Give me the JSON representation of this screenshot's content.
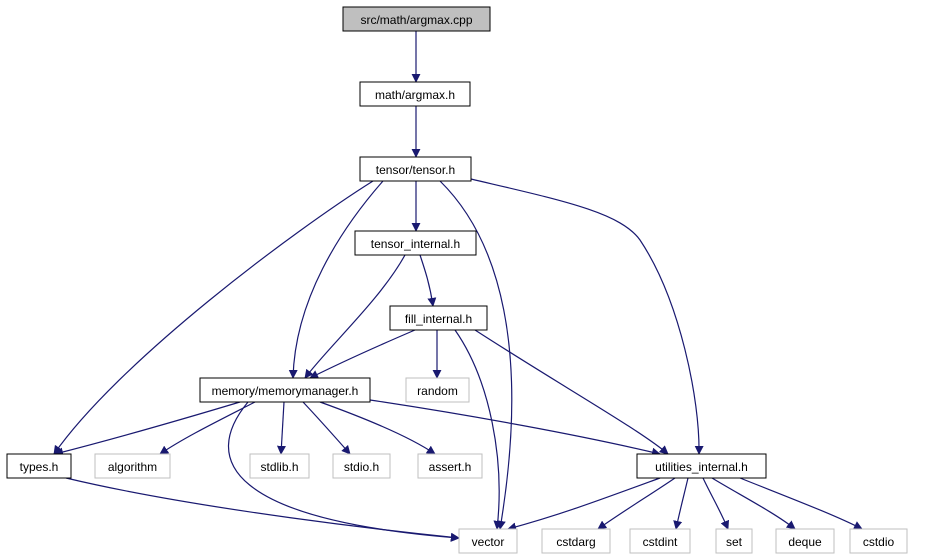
{
  "colors": {
    "edge": "#191970",
    "node_border": "#000000",
    "system_border": "#bfbfbf",
    "root_fill": "#bfbfbf",
    "node_fill": "#ffffff"
  },
  "nodes": {
    "argmax_cpp": {
      "label": "src/math/argmax.cpp",
      "kind": "root"
    },
    "argmax_h": {
      "label": "math/argmax.h",
      "kind": "project"
    },
    "tensor_h": {
      "label": "tensor/tensor.h",
      "kind": "project"
    },
    "tensor_internal_h": {
      "label": "tensor_internal.h",
      "kind": "project"
    },
    "fill_internal_h": {
      "label": "fill_internal.h",
      "kind": "project"
    },
    "random": {
      "label": "random",
      "kind": "system"
    },
    "memorymanager_h": {
      "label": "memory/memorymanager.h",
      "kind": "project"
    },
    "types_h": {
      "label": "types.h",
      "kind": "project"
    },
    "algorithm": {
      "label": "algorithm",
      "kind": "system"
    },
    "stdlib_h": {
      "label": "stdlib.h",
      "kind": "system"
    },
    "stdio_h": {
      "label": "stdio.h",
      "kind": "system"
    },
    "assert_h": {
      "label": "assert.h",
      "kind": "system"
    },
    "utilities_internal_h": {
      "label": "utilities_internal.h",
      "kind": "project"
    },
    "vector": {
      "label": "vector",
      "kind": "system"
    },
    "cstdarg": {
      "label": "cstdarg",
      "kind": "system"
    },
    "cstdint": {
      "label": "cstdint",
      "kind": "system"
    },
    "set": {
      "label": "set",
      "kind": "system"
    },
    "deque": {
      "label": "deque",
      "kind": "system"
    },
    "cstdio": {
      "label": "cstdio",
      "kind": "system"
    }
  },
  "edges": [
    [
      "argmax_cpp",
      "argmax_h"
    ],
    [
      "argmax_h",
      "tensor_h"
    ],
    [
      "tensor_h",
      "tensor_internal_h"
    ],
    [
      "tensor_h",
      "types_h"
    ],
    [
      "tensor_h",
      "memorymanager_h"
    ],
    [
      "tensor_h",
      "vector"
    ],
    [
      "tensor_h",
      "utilities_internal_h"
    ],
    [
      "tensor_internal_h",
      "fill_internal_h"
    ],
    [
      "tensor_internal_h",
      "memorymanager_h"
    ],
    [
      "fill_internal_h",
      "random"
    ],
    [
      "fill_internal_h",
      "memorymanager_h"
    ],
    [
      "fill_internal_h",
      "vector"
    ],
    [
      "fill_internal_h",
      "utilities_internal_h"
    ],
    [
      "memorymanager_h",
      "types_h"
    ],
    [
      "memorymanager_h",
      "algorithm"
    ],
    [
      "memorymanager_h",
      "stdlib_h"
    ],
    [
      "memorymanager_h",
      "stdio_h"
    ],
    [
      "memorymanager_h",
      "assert_h"
    ],
    [
      "memorymanager_h",
      "vector"
    ],
    [
      "memorymanager_h",
      "utilities_internal_h"
    ],
    [
      "types_h",
      "vector"
    ],
    [
      "utilities_internal_h",
      "vector"
    ],
    [
      "utilities_internal_h",
      "cstdarg"
    ],
    [
      "utilities_internal_h",
      "cstdint"
    ],
    [
      "utilities_internal_h",
      "set"
    ],
    [
      "utilities_internal_h",
      "deque"
    ],
    [
      "utilities_internal_h",
      "cstdio"
    ]
  ]
}
